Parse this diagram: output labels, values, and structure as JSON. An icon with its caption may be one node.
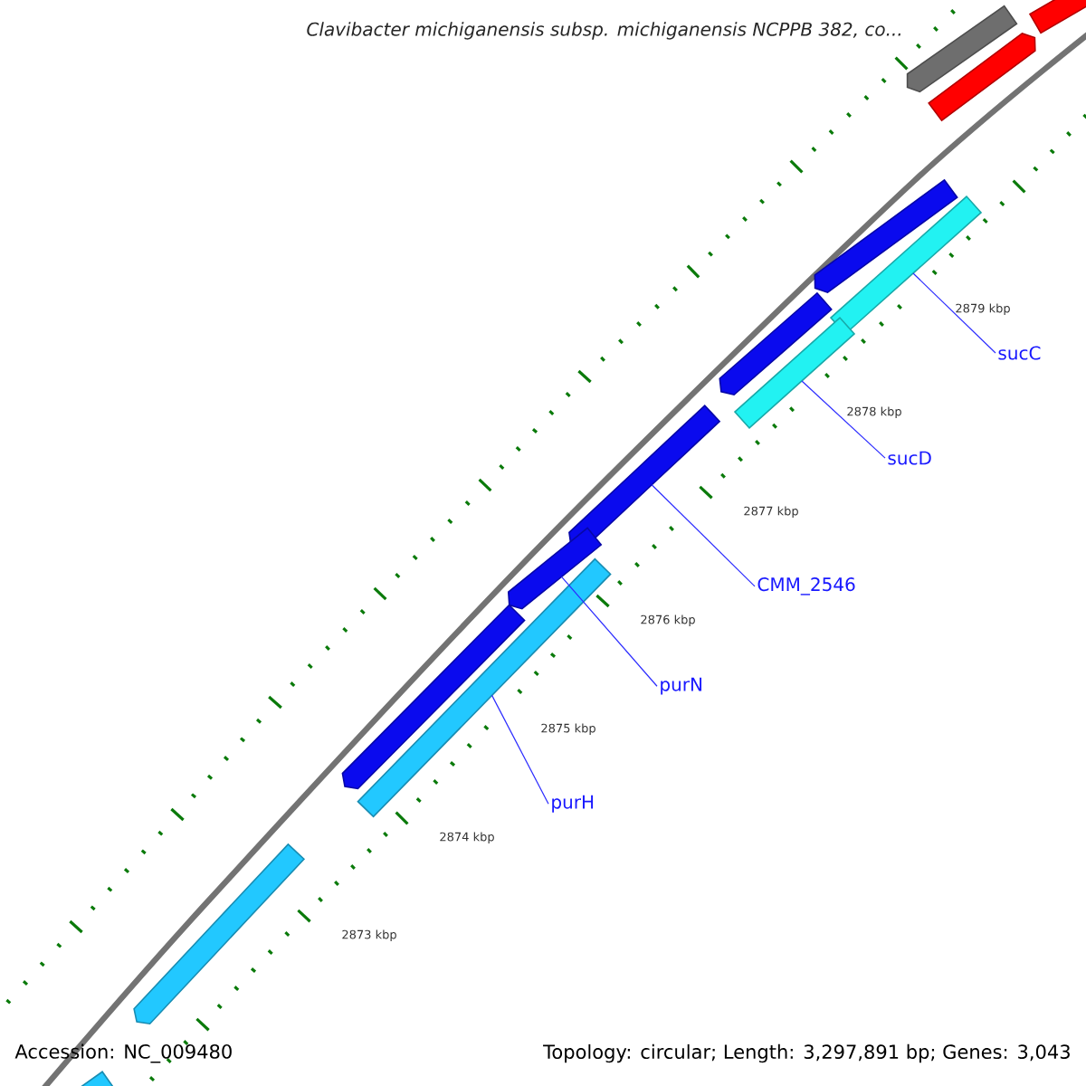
{
  "diagram": {
    "title": "*Clavibacter michiganensis* subsp. *michiganensis* NCPPB 382, co...",
    "nodes": [
      {
        "text": [
          "sucC"
        ]
      },
      {
        "text": [
          "sucD"
        ]
      },
      {
        "text": [
          "CMM_2546"
        ]
      },
      {
        "text": [
          "purN"
        ]
      },
      {
        "text": [
          "purH"
        ]
      },
      {
        "text": [],
        "shape": "bar"
      },
      {
        "text": [],
        "shape": "bar"
      },
      {
        "text": [],
        "shape": "bar"
      },
      {
        "text": [],
        "shape": "bar"
      },
      {
        "text": [],
        "shape": "bar"
      },
      {
        "text": [],
        "shape": "bar"
      },
      {
        "text": [],
        "shape": "bar"
      },
      {
        "text": [],
        "shape": "bar"
      },
      {
        "text": [],
        "shape": "bar"
      },
      {
        "text": [],
        "shape": "bar"
      },
      {
        "text": [],
        "shape": "bar"
      },
      {
        "text": [],
        "shape": "bar"
      },
      {
        "text": [],
        "shape": "bar"
      }
    ],
    "edges": [
      {
        "from": 0,
        "to": 9,
        "arrow": "none"
      },
      {
        "from": 1,
        "to": 11,
        "arrow": "none"
      },
      {
        "from": 2,
        "to": 12,
        "arrow": "none"
      },
      {
        "from": 3,
        "to": 13,
        "arrow": "none"
      },
      {
        "from": 4,
        "to": 14,
        "arrow": "none"
      }
    ],
    "labels": [
      "2879 kbp",
      "2878 kbp",
      "2877 kbp",
      "2876 kbp",
      "2875 kbp",
      "2874 kbp",
      "2873 kbp",
      "Accession: NC_009480",
      "Topology: circular; Length: 3,297,891 bp; Genes: 3,043"
    ]
  }
}
